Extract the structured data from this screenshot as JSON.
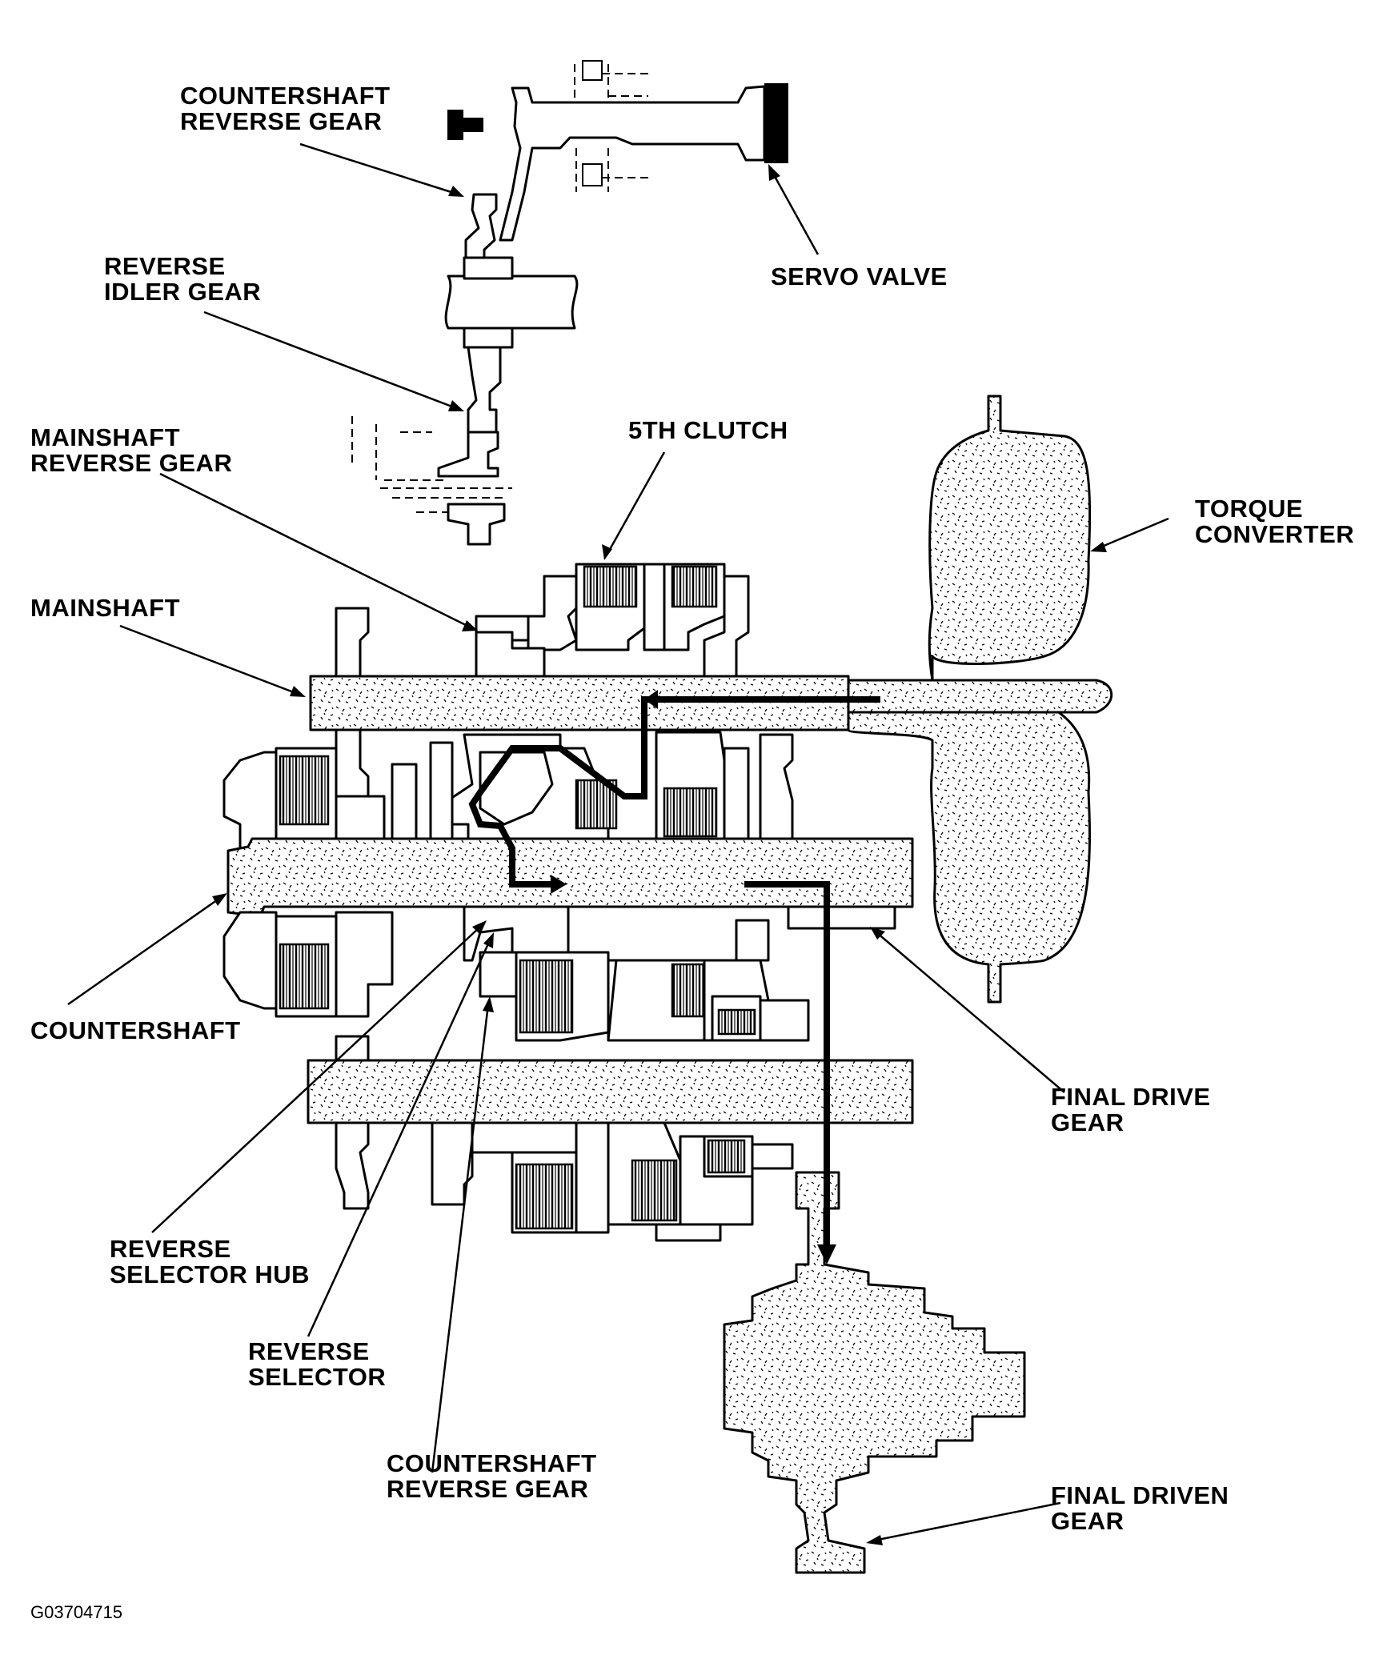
{
  "figure_id": "G03704715",
  "labels": {
    "countershaft_reverse_gear_top": "COUNTERSHAFT\nREVERSE GEAR",
    "servo_valve": "SERVO VALVE",
    "reverse_idler_gear": "REVERSE\nIDLER GEAR",
    "mainshaft_reverse_gear": "MAINSHAFT\nREVERSE GEAR",
    "fifth_clutch": "5TH CLUTCH",
    "torque_converter": "TORQUE\nCONVERTER",
    "mainshaft": "MAINSHAFT",
    "countershaft": "COUNTERSHAFT",
    "final_drive_gear": "FINAL DRIVE\nGEAR",
    "reverse_selector_hub": "REVERSE\nSELECTOR HUB",
    "reverse_selector": "REVERSE\nSELECTOR",
    "countershaft_reverse_gear_bottom": "COUNTERSHAFT\nREVERSE GEAR",
    "final_driven_gear": "FINAL DRIVEN\nGEAR"
  },
  "colors": {
    "ink": "#000000",
    "paper": "#ffffff"
  }
}
